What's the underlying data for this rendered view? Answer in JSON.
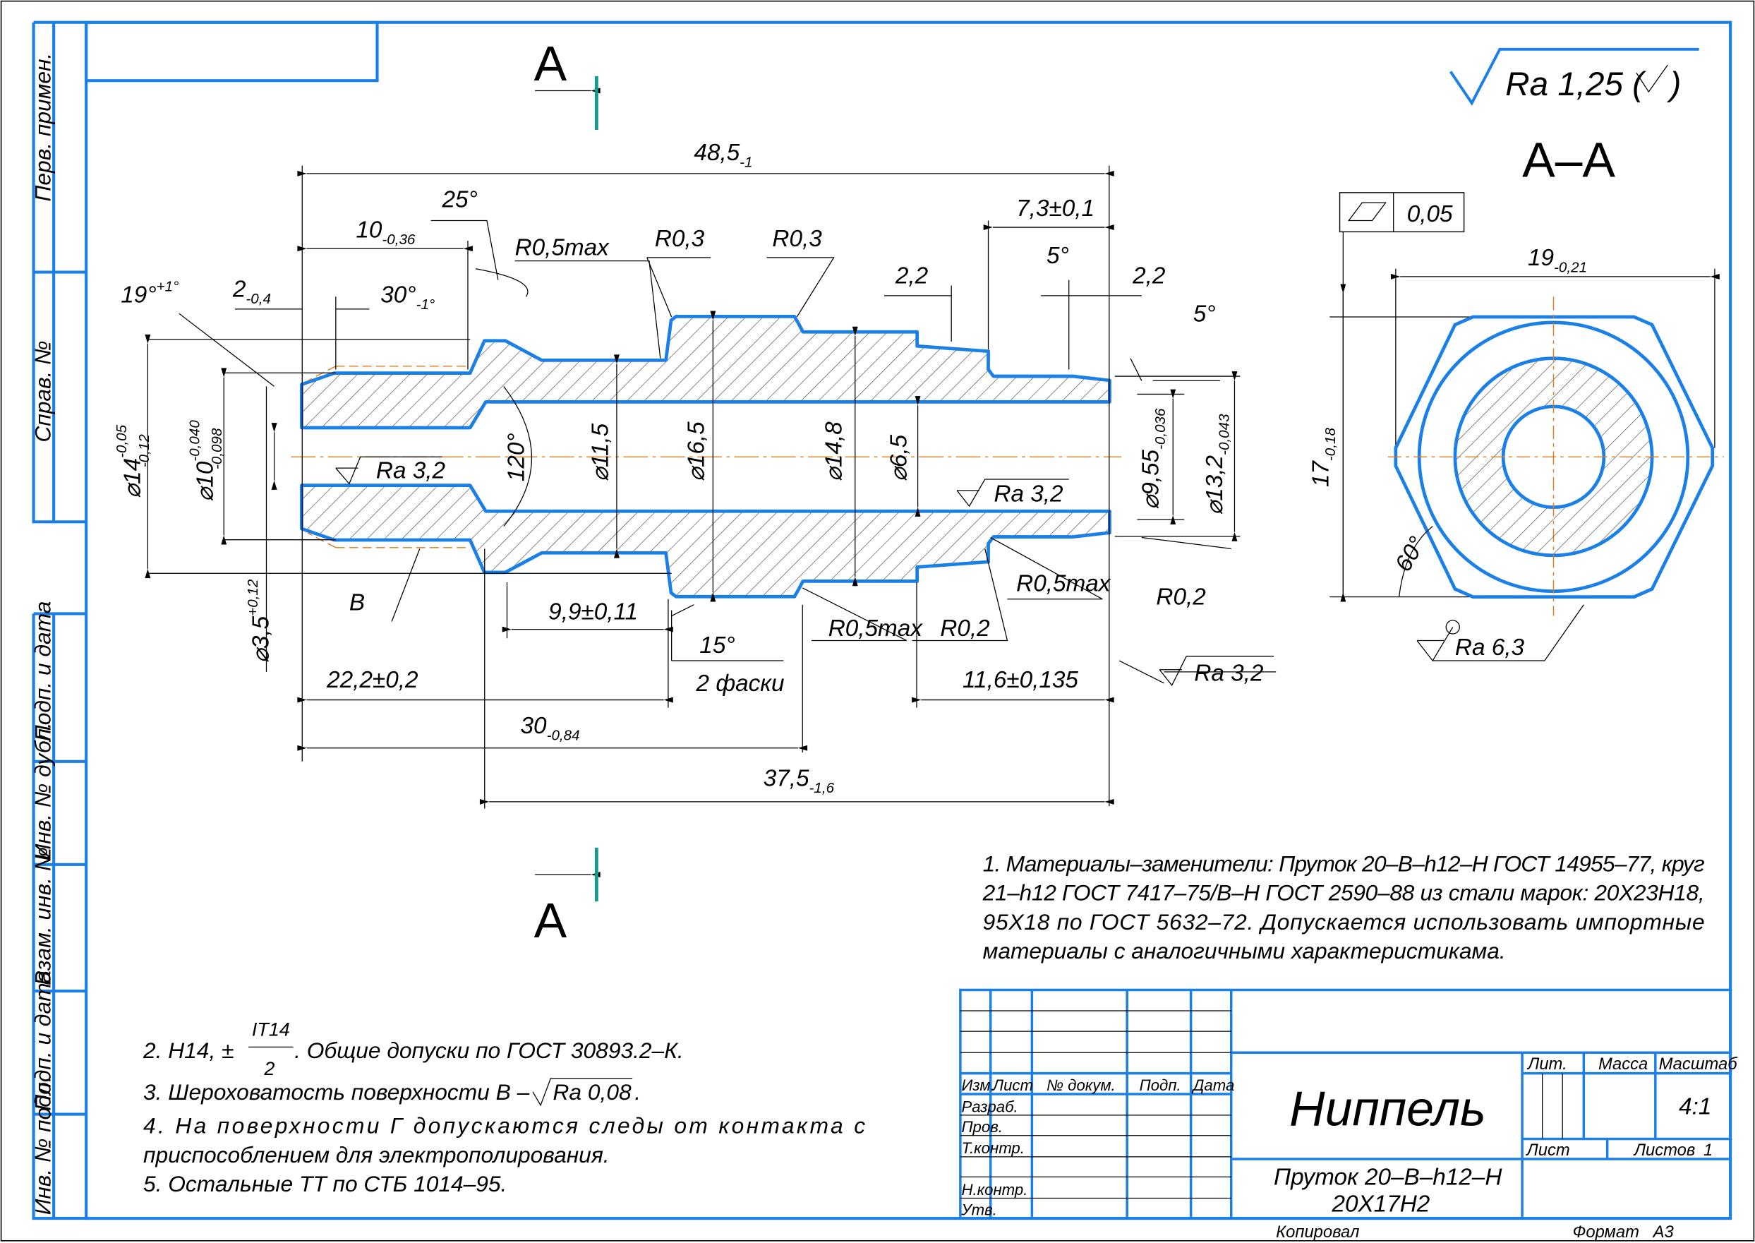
{
  "colors": {
    "frame": "#1a7fe6",
    "outline": "#1a7fe6",
    "centerline": "#e07a1a",
    "section_mark": "#129a8a"
  },
  "section": {
    "mark_top": "A",
    "mark_bottom": "A",
    "view_title": "A–A"
  },
  "roughness_general": {
    "value": "Ra 1,25 (",
    "close": ")"
  },
  "flatness": {
    "value": "0,05"
  },
  "dims": {
    "d48": "48,5",
    "d48_tol": "-1",
    "a25": "25°",
    "d10": "10",
    "d10_tol": "-0,36",
    "r05max_1": "R0,5max",
    "r03_1": "R0,3",
    "r03_2": "R0,3",
    "d73": "7,3±0,1",
    "a5_1": "5°",
    "d22_1": "2,2",
    "d22_2": "2,2",
    "a19": "19°",
    "a19_tol": "+1°",
    "d2": "2",
    "d2_tol": "-0,4",
    "a30": "30°",
    "a30_tol": "-1°",
    "a5_2": "5°",
    "dia14": "⌀14",
    "dia14_up": "-0,05",
    "dia14_lo": "-0,12",
    "dia10": "⌀10",
    "dia10_up": "-0,040",
    "dia10_lo": "-0,098",
    "ra32_1": "Ra 3,2",
    "a120": "120°",
    "dia115": "⌀11,5",
    "dia165": "⌀16,5",
    "dia148": "⌀14,8",
    "dia65": "⌀6,5",
    "ra32_2": "Ra 3,2",
    "dia955": "⌀9,55",
    "dia955_tol": "-0,036",
    "dia132": "⌀13,2",
    "dia132_tol": "-0,043",
    "d17": "17",
    "d17_tol": "-0,18",
    "d19": "19",
    "d19_tol": "-0,21",
    "a60": "60°",
    "ra63": "Ra 6,3",
    "surf_b": "В",
    "dia35": "⌀3,5",
    "dia35_tol": "+0,12",
    "d99": "9,9±0,11",
    "a15": "15°",
    "chamfers": "2 фаски",
    "r05max_2": "R0,5max",
    "r02_1": "R0,2",
    "r05max_3": "R0,5max",
    "r02_2": "R0,2",
    "d222": "22,2±0,2",
    "d116": "11,6±0,135",
    "ra32_3": "Ra 3,2",
    "d30": "30",
    "d30_tol": "-0,84",
    "d375": "37,5",
    "d375_tol": "-1,6"
  },
  "notes": {
    "n1": [
      "1. Материалы–заменители: Пруток 20–В–h12–Н ГОСТ 14955–77, круг",
      "21–h12 ГОСТ 7417–75/В–Н ГОСТ 2590–88 из стали марок: 20Х23Н18,",
      "95Х18 по ГОСТ 5632–72. Допускается использовать импортные",
      "материалы с аналогичными характеристикама."
    ],
    "n2_pre": "2. H14, ±",
    "n2_num": "IT14",
    "n2_den": "2",
    "n2_post": ". Общие допуски по ГОСТ 30893.2–К.",
    "n3_pre": "3. Шероховатость поверхности В –",
    "n3_ra": "Ra 0,08",
    "n3_post": ".",
    "n4": [
      "4. На поверхности Г допускаются следы от контакта с",
      "приспособлением для электрополирования."
    ],
    "n5": "5. Остальные ТТ по СТБ 1014–95."
  },
  "side_strip": [
    "Перв. примен.",
    "Справ. №",
    "Подп. и дата",
    "Инв. № дубл.",
    "Взам. инв. №",
    "Подп. и дата",
    "Инв. № подл."
  ],
  "title_block": {
    "headers": [
      "Изм.",
      "Лист",
      "№ докум.",
      "Подп.",
      "Дата"
    ],
    "roles": [
      "Разраб.",
      "Пров.",
      "Т.контр.",
      "Н.контр.",
      "Утв."
    ],
    "name": "Ниппель",
    "material_1": "Пруток 20–В–h12–Н",
    "material_2": "20Х17Н2",
    "lit": "Лит.",
    "mass": "Масса",
    "scale_label": "Масштаб",
    "scale": "4:1",
    "sheet": "Лист",
    "sheets": "Листов",
    "sheets_count": "1",
    "copied": "Копировал",
    "format_label": "Формат",
    "format": "А3"
  }
}
